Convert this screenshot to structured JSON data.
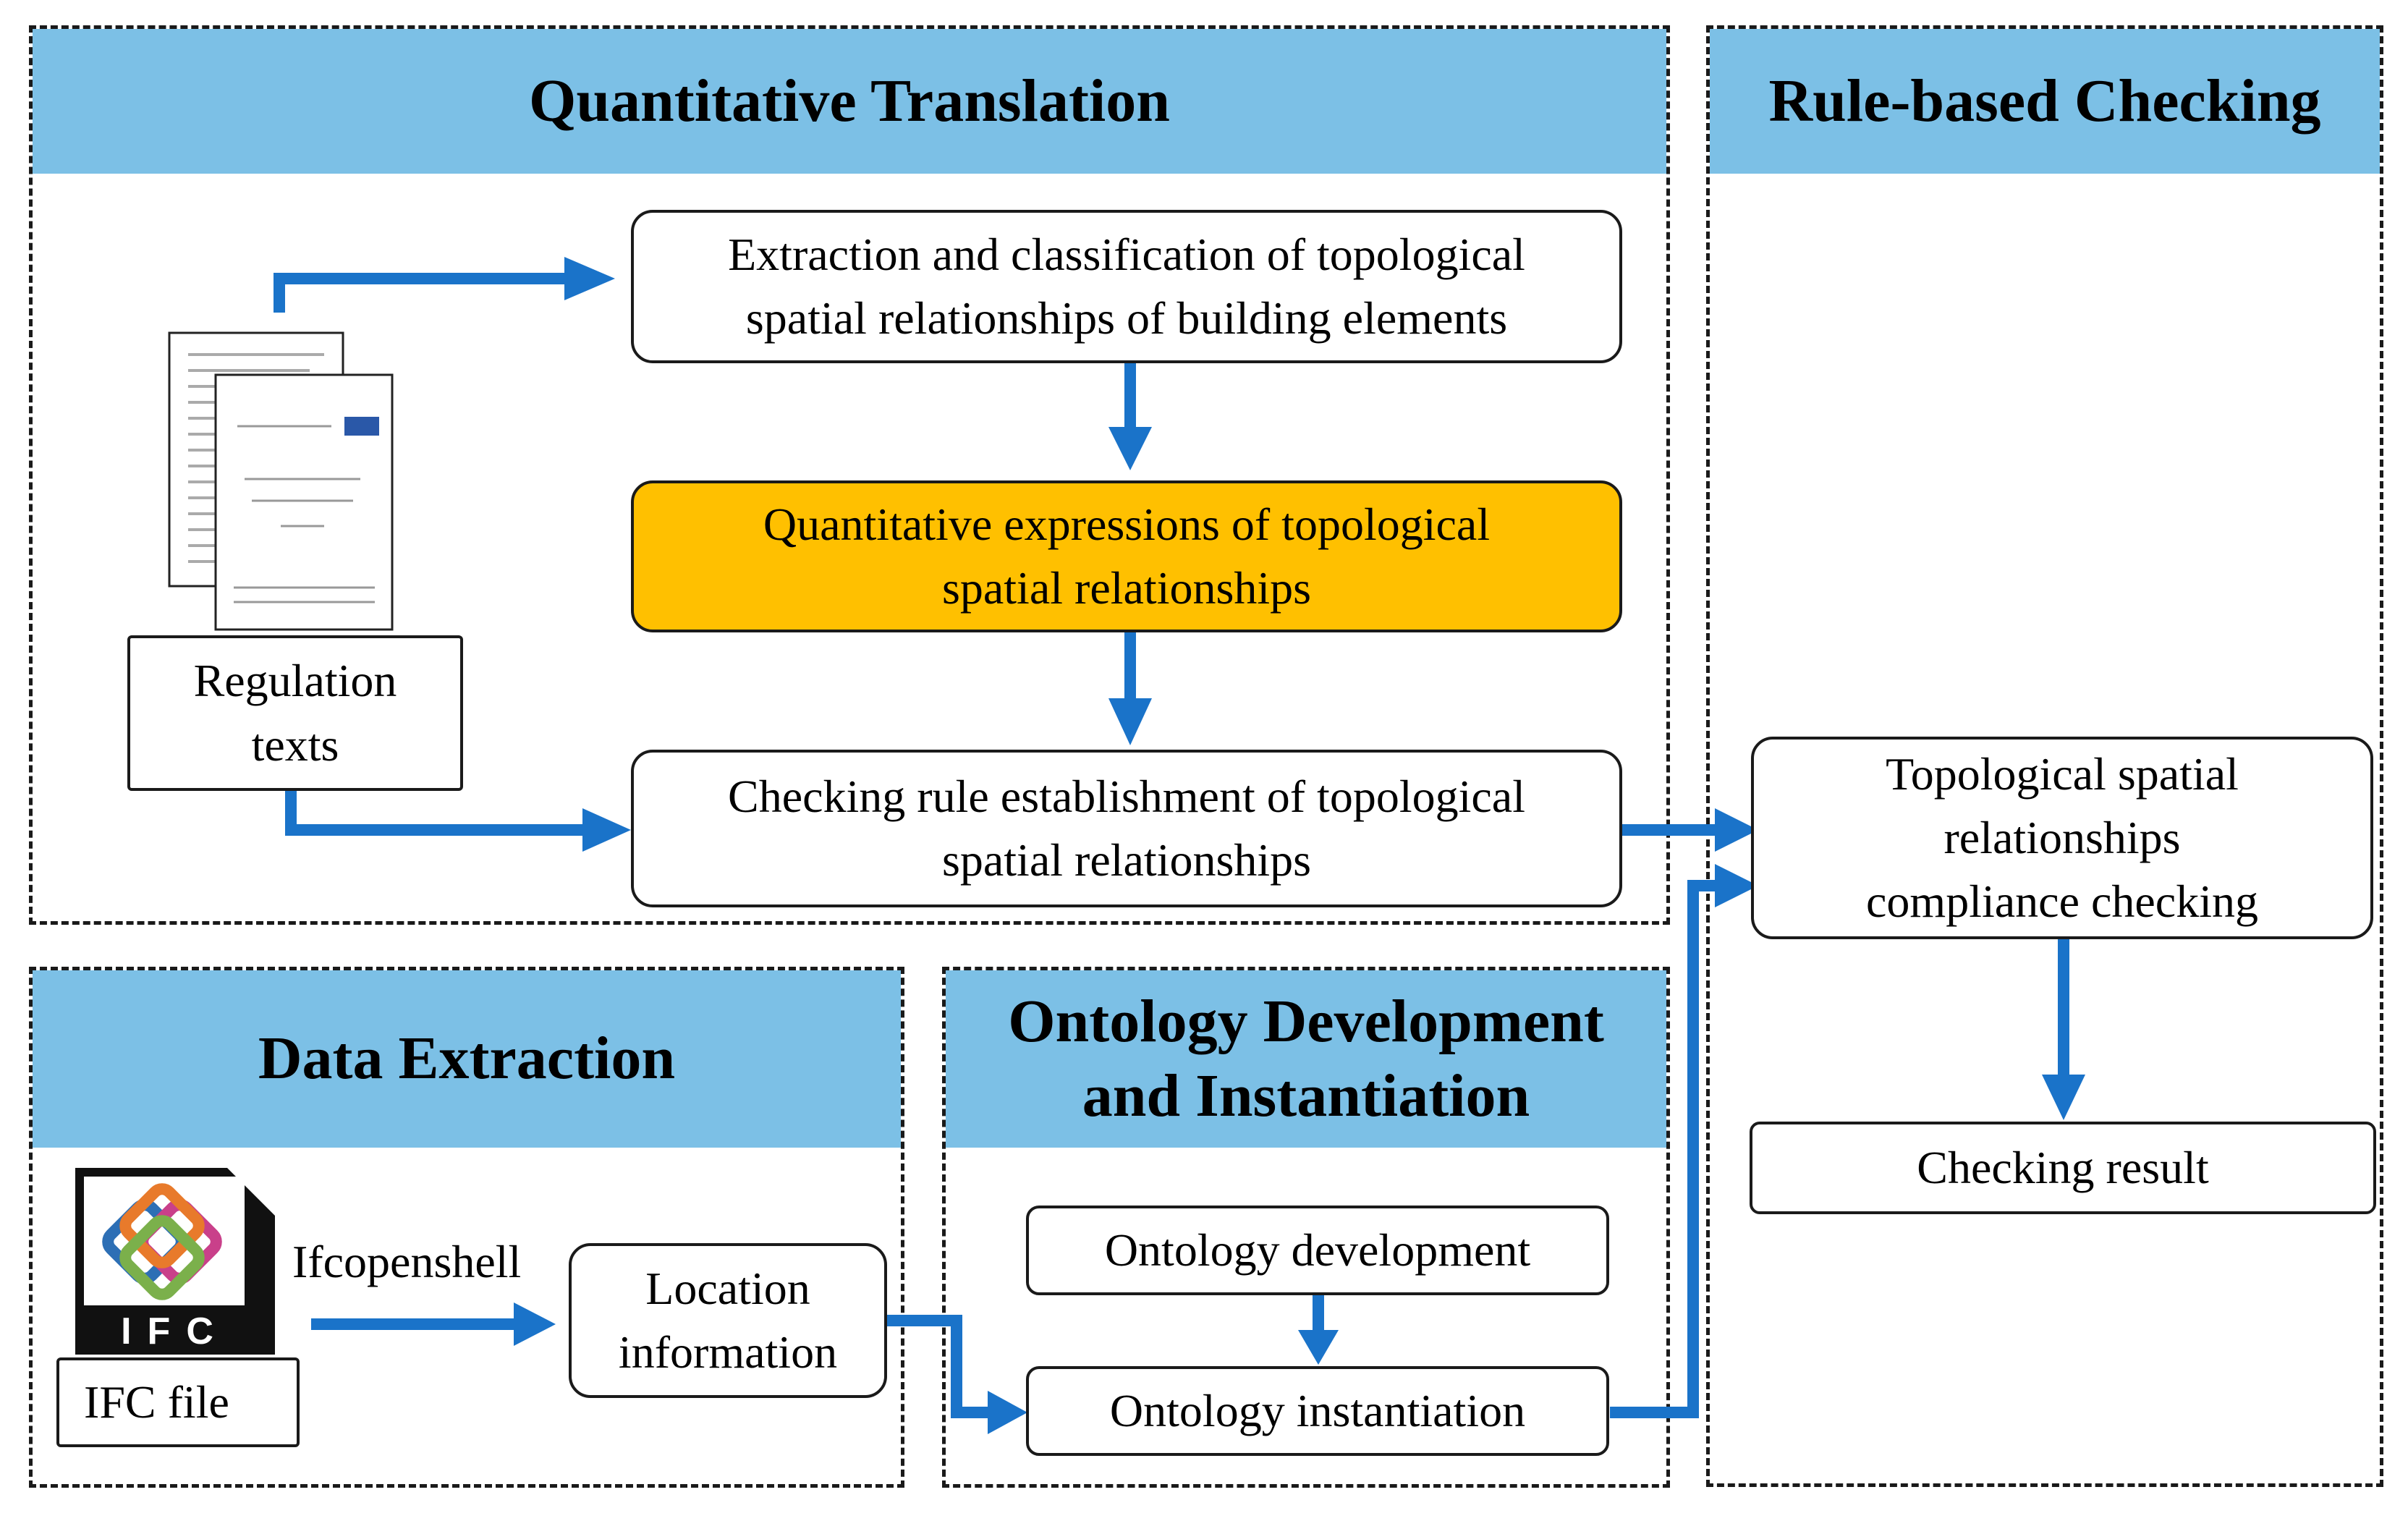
{
  "panels": {
    "quantitative_translation": "Quantitative Translation",
    "rule_based_checking": "Rule-based Checking",
    "data_extraction": "Data Extraction",
    "ontology": [
      "Ontology Development",
      "and Instantiation"
    ]
  },
  "quantitative": {
    "extraction": [
      "Extraction and classification of topological",
      "spatial relationships of building elements"
    ],
    "expressions": [
      "Quantitative expressions of topological",
      "spatial relationships"
    ],
    "checking_rule": [
      "Checking rule establishment of topological",
      "spatial relationships"
    ],
    "regulation_texts": [
      "Regulation",
      "texts"
    ]
  },
  "data_extraction": {
    "ifc_file": "IFC file",
    "ifc_logo_text": "IFC",
    "ifcopenshell": "Ifcopenshell",
    "location": [
      "Location",
      "information"
    ]
  },
  "ontology": {
    "development": "Ontology development",
    "instantiation": "Ontology instantiation"
  },
  "checking": {
    "compliance": [
      "Topological spatial",
      "relationships",
      "compliance checking"
    ],
    "result": "Checking result"
  },
  "colors": {
    "header_band": "#7cc0e6",
    "highlight_box": "#ffc000",
    "arrow": "#1a73c9"
  },
  "icons": [
    "document-stack-icon",
    "ifc-file-icon"
  ]
}
